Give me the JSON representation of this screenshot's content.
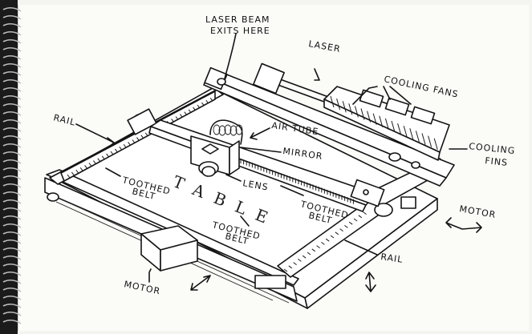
{
  "labels": {
    "laser_beam_1": "LASER BEAM",
    "laser_beam_2": "EXITS HERE",
    "laser": "LASER",
    "cooling_fans": "COOLING FANS",
    "cooling_fins_1": "COOLING",
    "cooling_fins_2": "FINS",
    "rail_left": "RAIL",
    "air_tube": "AIR TUBE",
    "mirror": "MIRROR",
    "lens": "LENS",
    "toothed_belt_left_1": "TOOTHED",
    "toothed_belt_left_2": "BELT",
    "toothed_belt_center_1": "TOOTHED",
    "toothed_belt_center_2": "BELT",
    "toothed_belt_front_1": "TOOTHED",
    "toothed_belt_front_2": "BELT",
    "table": "TABLE",
    "motor_right": "MOTOR",
    "rail_right": "RAIL",
    "motor_bottom": "MOTOR"
  }
}
